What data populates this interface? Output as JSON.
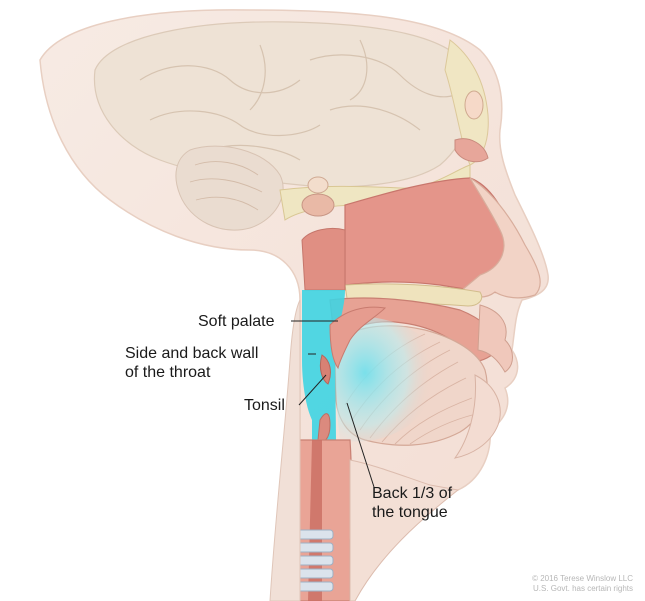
{
  "labels": {
    "soft_palate": "Soft palate",
    "side_back_wall_line1": "Side and back wall",
    "side_back_wall_line2": "of the throat",
    "tonsil": "Tonsil",
    "back_tongue_line1": "Back 1/3 of",
    "back_tongue_line2": "the tongue"
  },
  "copyright": {
    "line1": "© 2016 Terese Winslow LLC",
    "line2": "U.S. Govt. has certain rights"
  },
  "colors": {
    "skin": "#f4e2d8",
    "skin_outline": "#e5cbbd",
    "brain": "#efe3d6",
    "tissue": "#e59b8e",
    "tissue_dark": "#c96f64",
    "bone": "#efe6c0",
    "highlight": "#2fd0e0",
    "highlight_soft": "#9fe8f0"
  }
}
